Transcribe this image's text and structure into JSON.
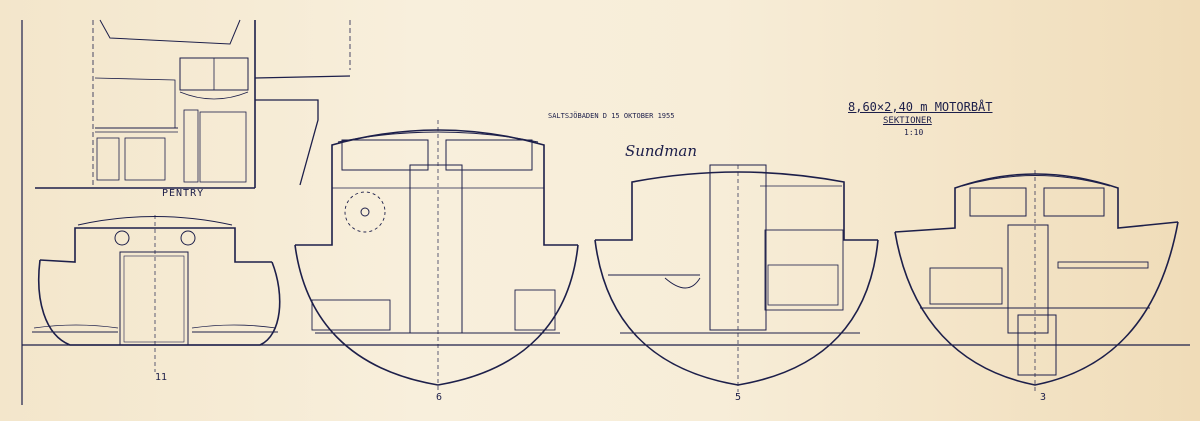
{
  "drawing": {
    "title": "8,60×2,40 m MOTORBÅT",
    "subtitle": "SEKTIONER",
    "scale": "1:10",
    "yard_date": "SALTSJÖBADEN D 15 OKTOBER 1955",
    "signature": "Sundman",
    "inset_label": "PENTRY"
  },
  "sections": [
    {
      "number": "11"
    },
    {
      "number": "6"
    },
    {
      "number": "5"
    },
    {
      "number": "3"
    }
  ],
  "colors": {
    "ink": "#1d1f4a",
    "paper": "#f6ecd6"
  }
}
